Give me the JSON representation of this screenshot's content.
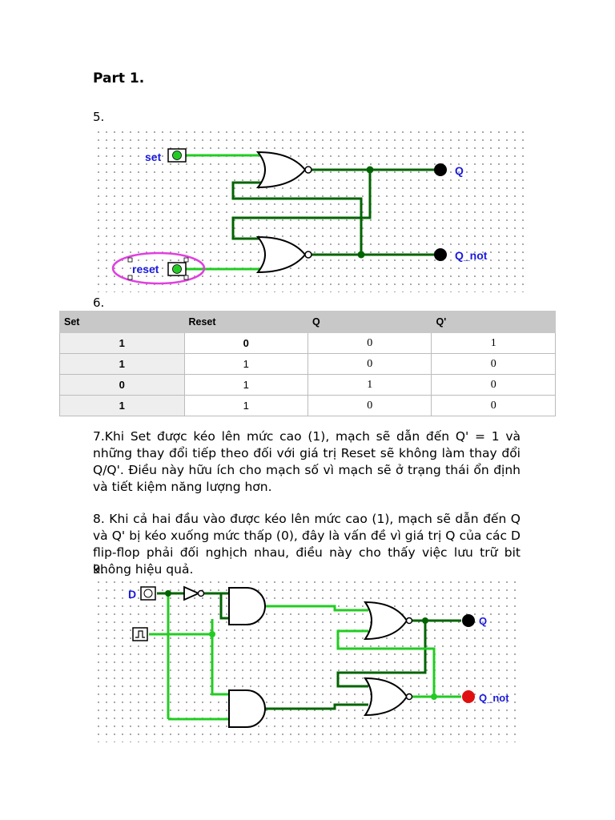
{
  "heading": "Part 1.",
  "items": {
    "n5": "5.",
    "n6": "6.",
    "n9": "9."
  },
  "circuit1": {
    "set_label": "set",
    "reset_label": "reset",
    "q_label": "Q",
    "qnot_label": "Q_not",
    "pin_value": "1"
  },
  "table": {
    "headers": [
      "Set",
      "Reset",
      "Q",
      "Q'"
    ],
    "rows": [
      [
        "1",
        "0",
        "0",
        "1"
      ],
      [
        "1",
        "1",
        "0",
        "0"
      ],
      [
        "0",
        "1",
        "1",
        "0"
      ],
      [
        "1",
        "1",
        "0",
        "0"
      ]
    ]
  },
  "p7": "7.Khi Set được kéo lên mức cao (1), mạch sẽ dẫn đến Q' = 1 và những thay đổi tiếp theo đối với giá trị Reset sẽ không làm thay đổi Q/Q'. Điều này hữu ích cho mạch số vì mạch sẽ ở trạng thái ổn định và tiết kiệm năng lượng hơn.",
  "p8": "8.  Khi cả hai đầu vào được kéo lên mức cao (1), mạch sẽ dẫn đến Q và Q' bị kéo xuống mức thấp (0), đây là vấn đề vì giá trị Q của các D flip-flop phải đối nghịch nhau, điều này cho thấy việc lưu trữ bit không hiệu quả.",
  "circuit2": {
    "d_label": "D",
    "q_label": "Q",
    "qnot_label": "Q_not",
    "pin_value": "0"
  },
  "colors": {
    "wire_light": "#22cc22",
    "wire_dark": "#006400",
    "highlight_circle": "#e040e0",
    "label_blue": "#1a1adc",
    "probe_red": "#e01010"
  }
}
